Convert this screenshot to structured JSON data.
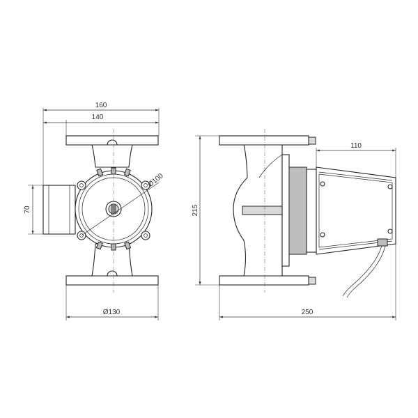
{
  "dimensions": {
    "front_width_outer": "160",
    "front_width_inner": "140",
    "front_height_port": "70",
    "front_motor_diameter": "Ø100",
    "front_base_diameter": "Ø130",
    "side_height": "215",
    "side_motor_length": "110",
    "side_overall_length": "250"
  }
}
